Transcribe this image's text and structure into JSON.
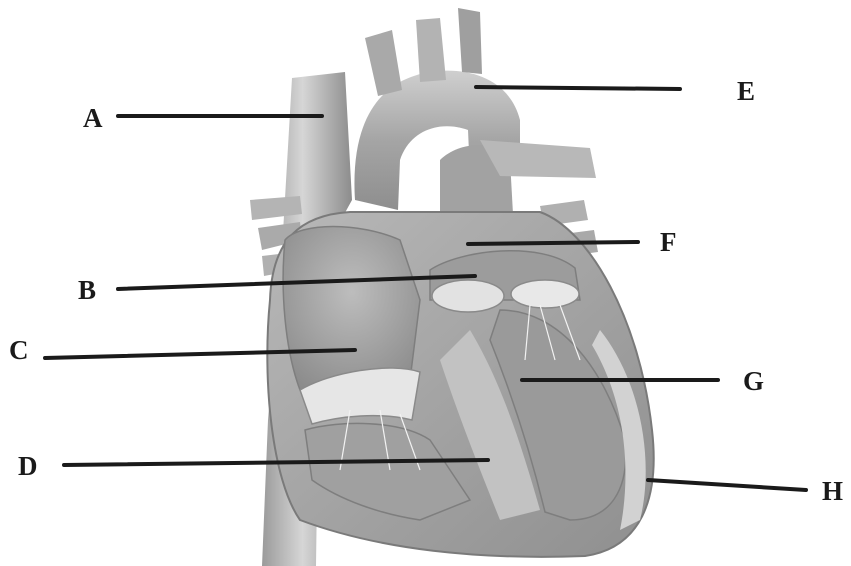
{
  "diagram": {
    "labels": {
      "a": "A",
      "b": "B",
      "c": "C",
      "d": "D",
      "e": "E",
      "f": "F",
      "g": "G",
      "h": "H"
    }
  },
  "colors": {
    "background": "#ffffff",
    "ink": "#1a1a1a",
    "tissue_dark": "#8a8a8a",
    "tissue_mid": "#a8a8a8",
    "tissue_light": "#cfcfcf",
    "valve": "#e8e8e8"
  }
}
